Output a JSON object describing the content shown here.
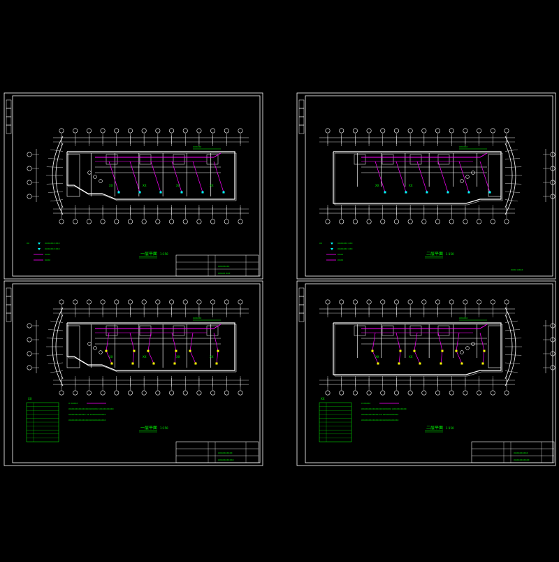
{
  "sheets": [
    {
      "id": "top-left",
      "plan_title": "一层平面",
      "scale": "1:150",
      "legend": [
        "XXXXXXX XXX",
        "XXXXXXX XXX",
        "XXXX",
        "XXXX"
      ],
      "room_labels": [
        "XX",
        "XX",
        "XX",
        "XX"
      ],
      "title_block": [
        "XXXXXXXX",
        "XXXXX XXX"
      ],
      "notes": []
    },
    {
      "id": "top-right",
      "plan_title": "二层平面",
      "scale": "1:150",
      "legend": [
        "XXXXXXX XXX",
        "XXXXXXX XXX",
        "XXXX",
        "XXXX"
      ],
      "room_labels": [
        "XX",
        "XX"
      ],
      "title_block": [
        "XXXX XXXX"
      ],
      "notes": []
    },
    {
      "id": "bottom-left",
      "plan_title": "一层平面",
      "scale": "1:150",
      "legend": [
        "XX"
      ],
      "room_labels": [
        "XX",
        "XX",
        "XX",
        "XX"
      ],
      "title_block": [
        "XXXXXXXXXX",
        "XXXXXXXXXXX"
      ],
      "notes": [
        "X XXXXX",
        "XXXXXXXXXXXXXXXXXXXXX XXXXXXXXXX",
        "XXXXXXXXXXXX XX XXXXXXXXXXX",
        "XXXXXXXXXXXXXXXXXXXXXXXXXX"
      ]
    },
    {
      "id": "bottom-right",
      "plan_title": "二层平面",
      "scale": "1:150",
      "legend": [
        "XX"
      ],
      "room_labels": [
        "XX",
        "XX"
      ],
      "title_block": [
        "XXXXXXXXXX",
        "XXXXXXXXXXX"
      ],
      "notes": [
        "X XXXXX",
        "XXXXXXXXXXXXXXXXXXXXX XXXXXXXXXX",
        "XXXXXXXXXXXX XX XXXXXXXXXXX",
        "XXXXXXXXXXXXXXXXXXXXXXXXXX"
      ]
    }
  ],
  "colors": {
    "background": "#000000",
    "frame": "#ffffff",
    "text": "#00ff00",
    "wiring": "#ff00ff",
    "walls": "#ffffff",
    "fixture_cyan": "#00ffff",
    "fixture_yellow": "#ffff00",
    "bubble": "#ffffff"
  }
}
